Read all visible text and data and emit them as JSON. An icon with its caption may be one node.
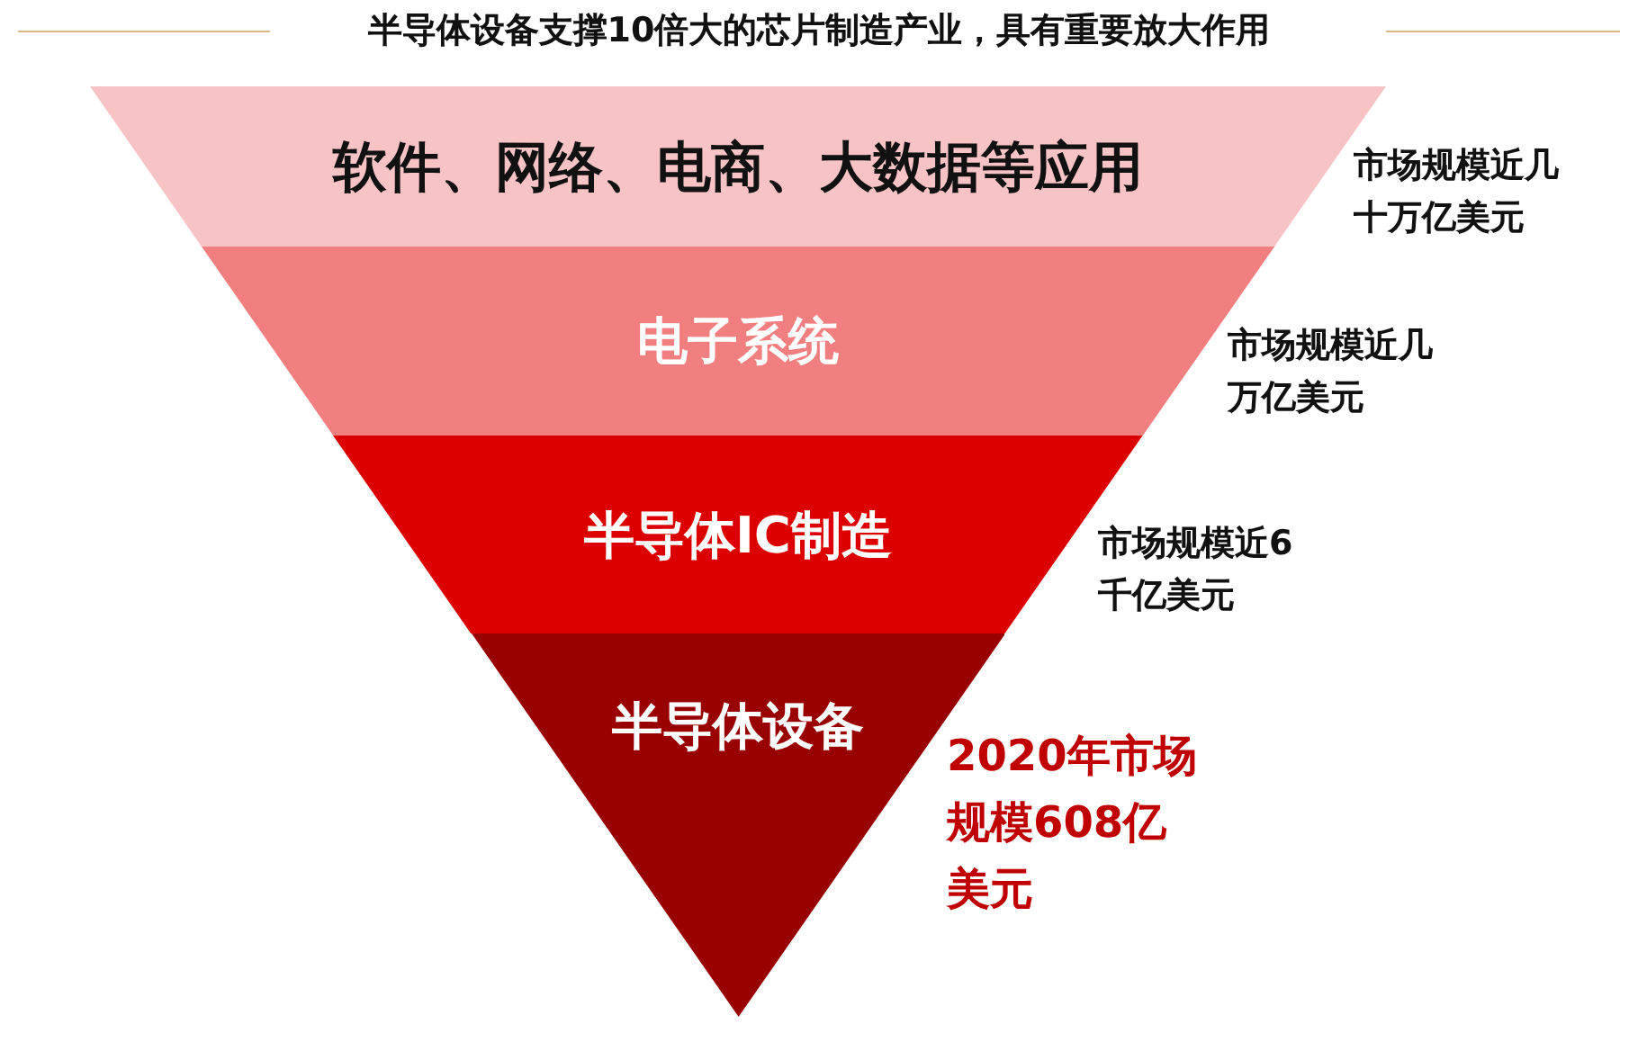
{
  "diagram": {
    "title": "半导体设备支撑10倍大的芯片制造产业，具有重要放大作用",
    "nodes": [
      {
        "text": [
          "软件、网络、电商、大数据等应用"
        ],
        "beside": [
          "市场规模近几十万亿美元"
        ]
      },
      {
        "text": [
          "电子系统"
        ],
        "beside": [
          "市场规模近几万亿美元"
        ]
      },
      {
        "text": [
          "半导体IC制造"
        ],
        "beside": [
          "市场规模近6千亿美元"
        ]
      },
      {
        "text": [
          "半导体设备"
        ],
        "beside": [
          "2020年市场规模608亿美元"
        ]
      }
    ]
  }
}
